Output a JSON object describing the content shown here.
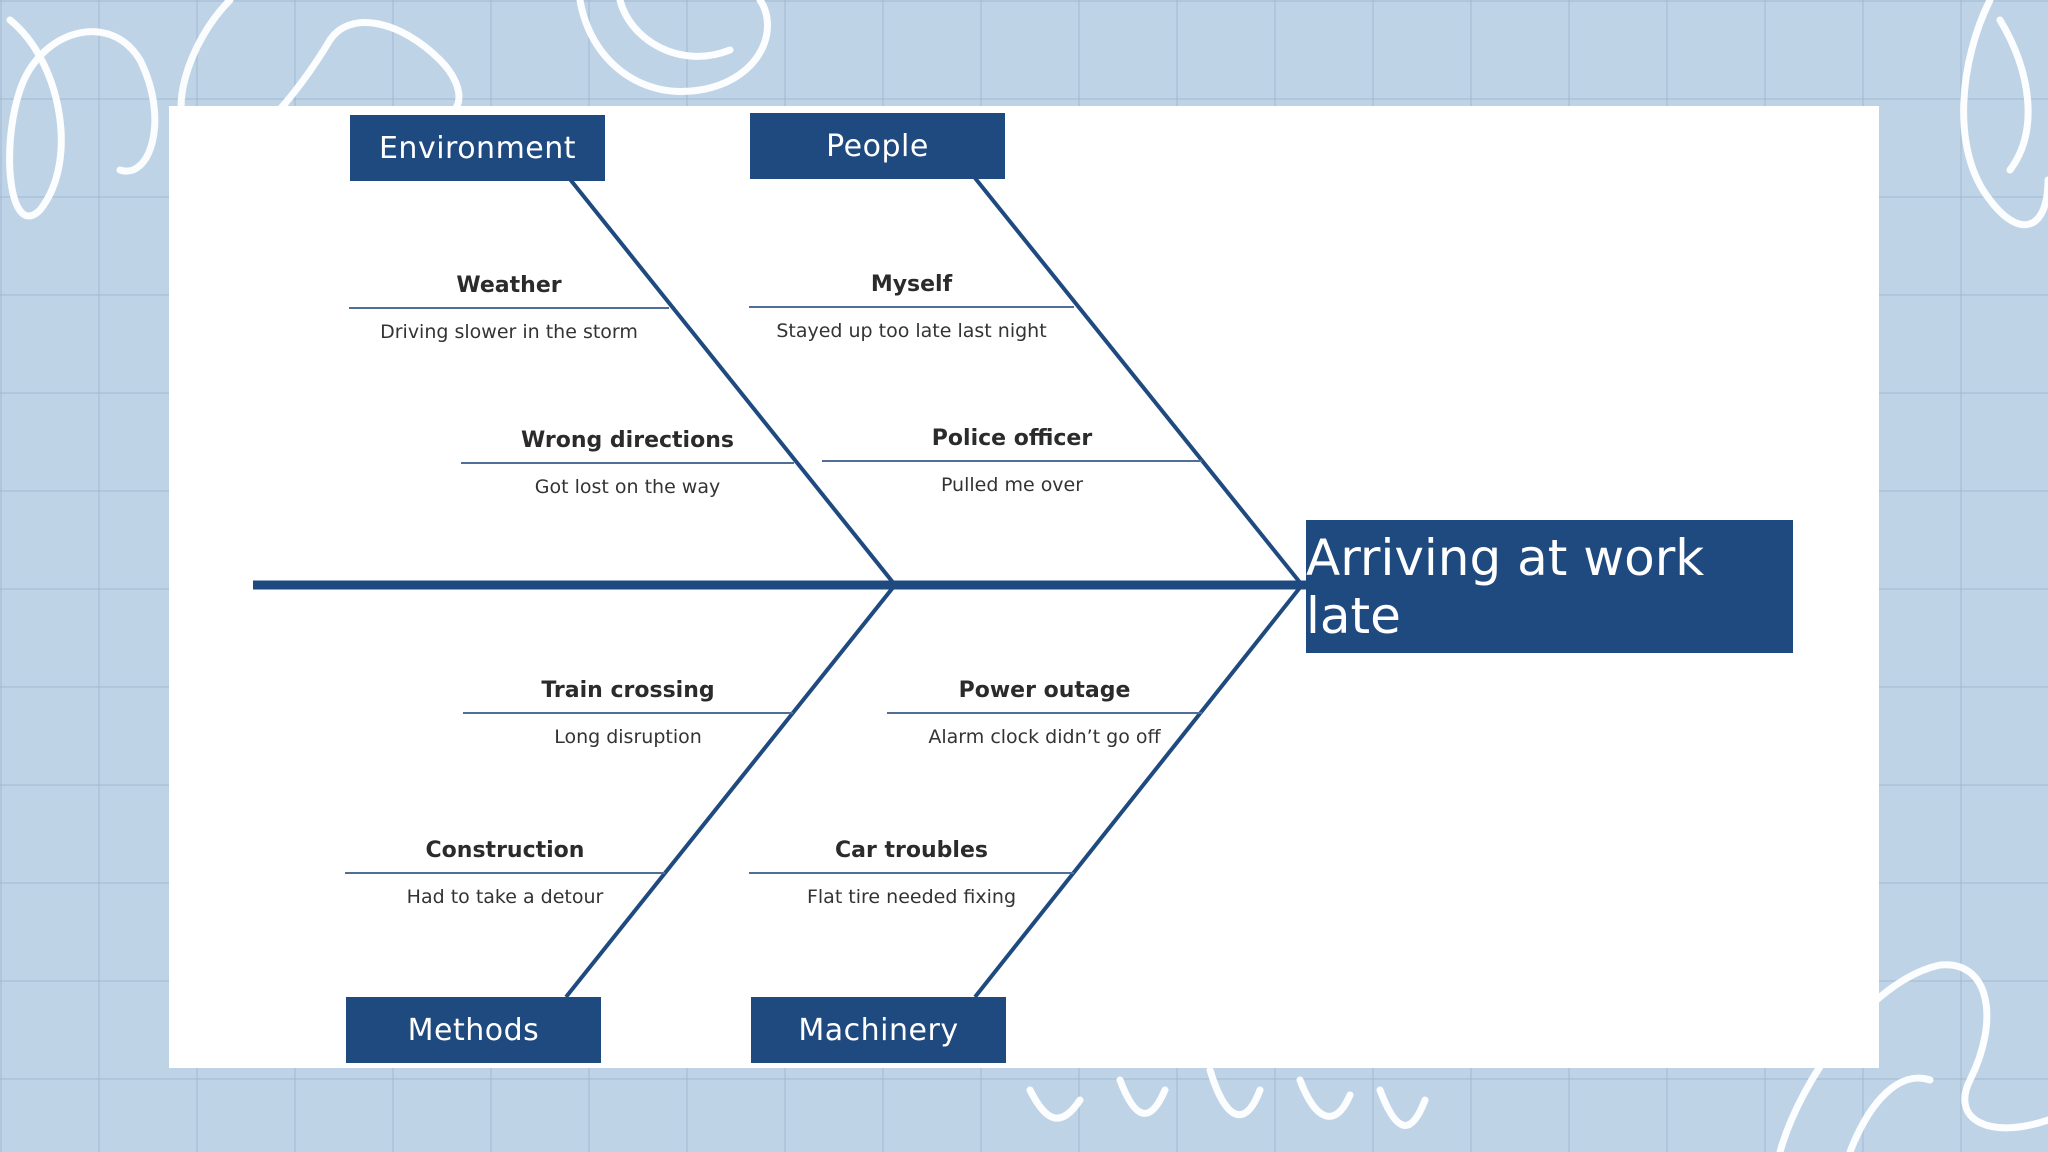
{
  "effect": "Arriving at work late",
  "categories": {
    "environment": "Environment",
    "people": "People",
    "methods": "Methods",
    "machinery": "Machinery"
  },
  "causes": {
    "weather": {
      "title": "Weather",
      "desc": "Driving slower in the storm"
    },
    "myself": {
      "title": "Myself",
      "desc": "Stayed up too late last night"
    },
    "wrong_directions": {
      "title": "Wrong directions",
      "desc": "Got lost on the way"
    },
    "police_officer": {
      "title": "Police officer",
      "desc": "Pulled me over"
    },
    "train_crossing": {
      "title": "Train crossing",
      "desc": "Long disruption"
    },
    "power_outage": {
      "title": "Power outage",
      "desc": "Alarm clock didn’t go off"
    },
    "construction": {
      "title": "Construction",
      "desc": "Had to take a detour"
    },
    "car_troubles": {
      "title": "Car troubles",
      "desc": "Flat tire needed fixing"
    }
  },
  "colors": {
    "box_fill": "#1f4a80",
    "line": "#1f4a80",
    "background": "#bfd3e6"
  }
}
